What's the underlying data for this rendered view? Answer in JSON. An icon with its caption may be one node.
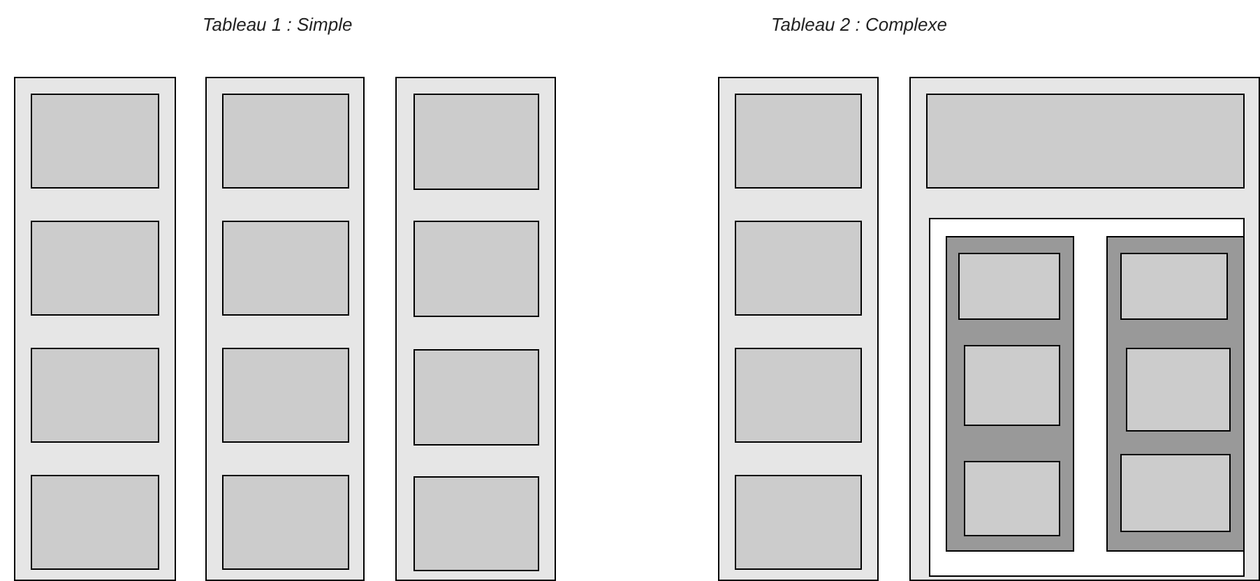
{
  "diagram": {
    "nodes": [
      {
        "text": [],
        "shape": "box"
      },
      {
        "text": [],
        "shape": "box",
        "in": 0
      },
      {
        "text": [],
        "shape": "box",
        "in": 0
      },
      {
        "text": [],
        "shape": "box",
        "in": 0
      },
      {
        "text": [],
        "shape": "box",
        "in": 0
      },
      {
        "text": [],
        "shape": "box"
      },
      {
        "text": [],
        "shape": "box",
        "in": 5
      },
      {
        "text": [],
        "shape": "box",
        "in": 5
      },
      {
        "text": [],
        "shape": "box",
        "in": 5
      },
      {
        "text": [],
        "shape": "box",
        "in": 5
      },
      {
        "text": [],
        "shape": "box"
      },
      {
        "text": [],
        "shape": "box",
        "in": 10
      },
      {
        "text": [],
        "shape": "box",
        "in": 10
      },
      {
        "text": [],
        "shape": "box",
        "in": 10
      },
      {
        "text": [],
        "shape": "box",
        "in": 10
      },
      {
        "text": [],
        "shape": "box"
      },
      {
        "text": [],
        "shape": "box",
        "in": 15
      },
      {
        "text": [],
        "shape": "box",
        "in": 15
      },
      {
        "text": [],
        "shape": "box",
        "in": 15
      },
      {
        "text": [],
        "shape": "box",
        "in": 15
      },
      {
        "text": [],
        "shape": "box"
      },
      {
        "text": [],
        "shape": "box",
        "in": 20
      },
      {
        "text": [],
        "shape": "box",
        "in": 20
      },
      {
        "text": [],
        "shape": "box",
        "in": 22
      },
      {
        "text": [],
        "shape": "box",
        "in": 23
      },
      {
        "text": [],
        "shape": "box",
        "in": 23
      },
      {
        "text": [],
        "shape": "box",
        "in": 23
      },
      {
        "text": [],
        "shape": "box",
        "in": 22
      },
      {
        "text": [],
        "shape": "box",
        "in": 27
      },
      {
        "text": [],
        "shape": "box",
        "in": 27
      },
      {
        "text": [],
        "shape": "box",
        "in": 27
      }
    ],
    "edges": [],
    "labels": [
      "Tableau 1 : Simple",
      "Tableau 2 : Complexe"
    ]
  }
}
